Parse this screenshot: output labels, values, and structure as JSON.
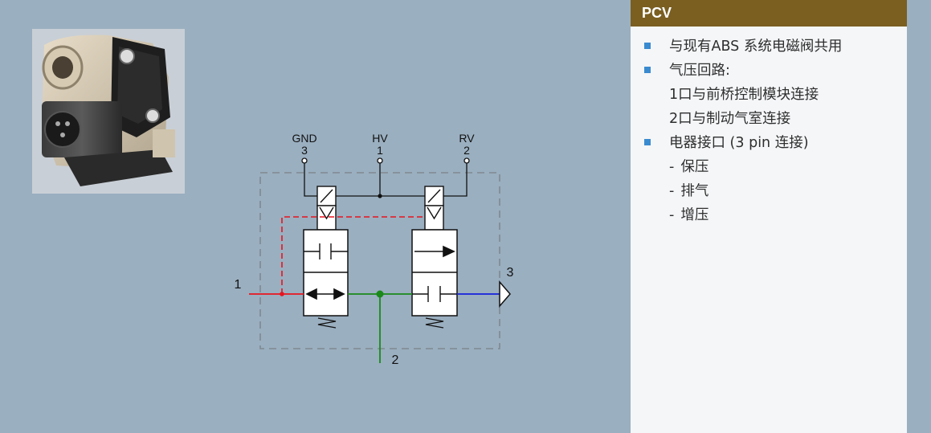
{
  "panel": {
    "title": "PCV",
    "items": [
      {
        "kind": "bullet",
        "text": "与现有ABS 系统电磁阀共用"
      },
      {
        "kind": "bullet",
        "text": "气压回路:"
      },
      {
        "kind": "cont",
        "text": "1口与前桥控制模块连接"
      },
      {
        "kind": "cont",
        "text": "2口与制动气室连接"
      },
      {
        "kind": "bullet",
        "text": "电器接口 (3 pin 连接)"
      },
      {
        "kind": "sub",
        "text": "保压"
      },
      {
        "kind": "sub",
        "text": "排气"
      },
      {
        "kind": "sub",
        "text": "增压"
      }
    ],
    "sub_marker": "-",
    "bullet_color": "#3a8ad0",
    "header_color": "#7a5f21"
  },
  "schematic": {
    "pins": [
      {
        "name": "GND",
        "num": "3"
      },
      {
        "name": "HV",
        "num": "1"
      },
      {
        "name": "RV",
        "num": "2"
      }
    ],
    "ports": {
      "p1": "1",
      "p2": "2",
      "p3": "3"
    },
    "colors": {
      "supply": "#e8141e",
      "delivery": "#1a8a1a",
      "exhaust": "#1420dc",
      "pilot": "#e8141e",
      "housing": "#808890"
    }
  },
  "photo": {
    "label": "valve-product-photo"
  }
}
